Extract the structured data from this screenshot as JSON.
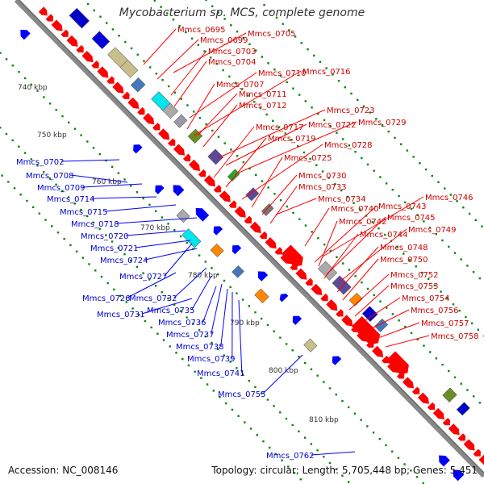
{
  "title": "Mycobacterium sp. MCS, complete genome",
  "footer": {
    "accession": "Accession: NC_008146",
    "topology": "Topology: circular; Length: 5,705,448 bp; Genes: 5,451"
  },
  "colors": {
    "plus_strand": "#ff0000",
    "minus_strand": "#0000ff",
    "backbone": "#888888",
    "tick": "#008800",
    "cyan": "#00e5ee",
    "orange": "#ff8800",
    "olive": "#6b8e23",
    "purple": "#5a4a9a",
    "tan": "#c8c08a",
    "grey": "#aaaaaa"
  },
  "scale_labels": [
    "740 kbp",
    "750 kbp",
    "760 kbp",
    "770 kbp",
    "780 kbp",
    "790 kbp",
    "800 kbp",
    "810 kbp"
  ],
  "plus_genes": [
    "Mmcs_0695",
    "Mmcs_0699",
    "Mmcs_0705",
    "Mmcs_0703",
    "Mmcs_0704",
    "Mmcs_0710",
    "Mmcs_0716",
    "Mmcs_0707",
    "Mmcs_0711",
    "Mmcs_0712",
    "Mmcs_0723",
    "Mmcs_0722",
    "Mmcs_0729",
    "Mmcs_0717",
    "Mmcs_0719",
    "Mmcs_0728",
    "Mmcs_0725",
    "Mmcs_0730",
    "Mmcs_0733",
    "Mmcs_0734",
    "Mmcs_0746",
    "Mmcs_0743",
    "Mmcs_0740",
    "Mmcs_0745",
    "Mmcs_0742",
    "Mmcs_0749",
    "Mmcs_0744",
    "Mmcs_0748",
    "Mmcs_0750",
    "Mmcs_0752",
    "Mmcs_0753",
    "Mmcs_0754",
    "Mmcs_0756",
    "Mmcs_0757",
    "Mmcs_0758"
  ],
  "minus_genes": [
    "Mmcs_0702",
    "Mmcs_0708",
    "Mmcs_0709",
    "Mmcs_0714",
    "Mmcs_0715",
    "Mmcs_0718",
    "Mmcs_0720",
    "Mmcs_0721",
    "Mmcs_0724",
    "Mmcs_0727",
    "Mmcs_0726",
    "Mmcs_0732",
    "Mmcs_0731",
    "Mmcs_0735",
    "Mmcs_0736",
    "Mmcs_0737",
    "Mmcs_0738",
    "Mmcs_0739",
    "Mmcs_0741",
    "Mmcs_0755",
    "Mmcs_0762"
  ]
}
